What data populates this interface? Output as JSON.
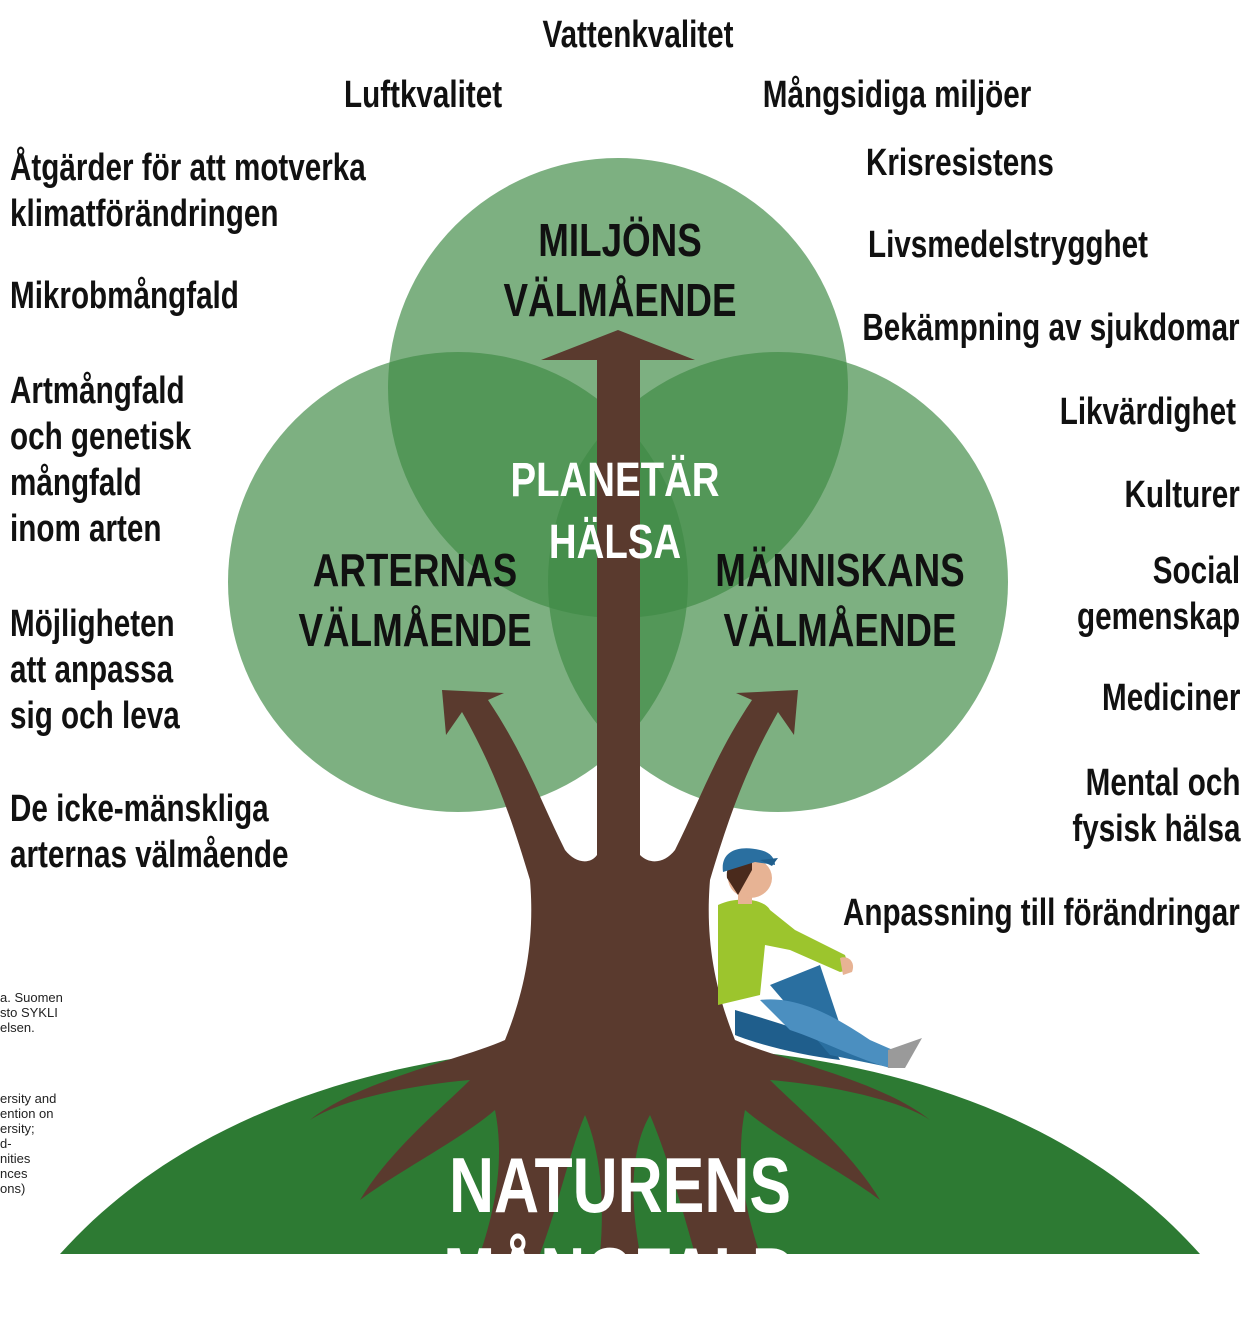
{
  "colors": {
    "circle_green": "#3f8a45",
    "overlap_green": "#2f6e36",
    "hill_green": "#2d7a33",
    "trunk_brown": "#5a3a2e",
    "text_dark": "#111111",
    "text_light": "#ffffff"
  },
  "diagram": {
    "top_labels": [
      "Vattenkvalitet",
      "Luftkvalitet",
      "Mångsidiga miljöer"
    ],
    "left_labels": [
      "Åtgärder för att motverka\nklimatförändringen",
      "Mikrobmångfald",
      "Artmångfald\noch genetisk\nmångfald\ninom arten",
      "Möjligheten\natt anpassa\nsig och leva",
      "De icke-mänskliga\narternas välmående"
    ],
    "right_labels": [
      "Krisresistens",
      "Livsmedelstrygghet",
      "Bekämpning av sjukdomar",
      "Likvärdighet",
      "Kulturer",
      "Social\ngemenskap",
      "Mediciner",
      "Mental och\nfysisk hälsa",
      "Anpassning till förändringar"
    ],
    "circles": {
      "top": "MILJÖNS\nVÄLMÅENDE",
      "left": "ARTERNAS\nVÄLMÅENDE",
      "right": "MÄNNISKANS\nVÄLMÅENDE",
      "center": "PLANETÄR\nHÄLSA"
    },
    "base_label": "NATURENS MÅNGFALD",
    "credit_fragments": [
      "a. Suomen\nsto SYKLI\nelsen.",
      "ersity and\nention on\nersity;\nd-\nnities\nnces\nons)"
    ]
  }
}
